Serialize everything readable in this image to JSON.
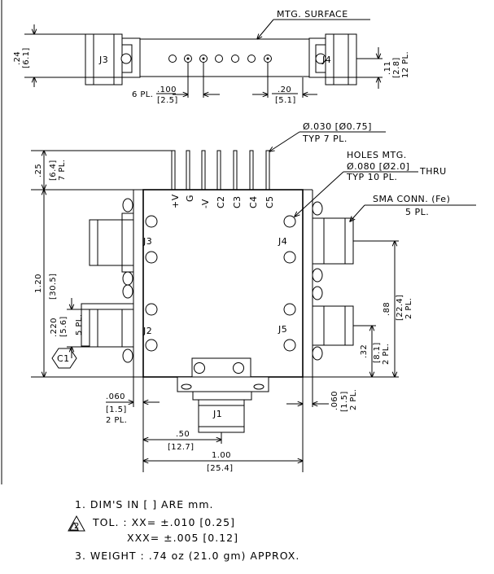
{
  "top_view": {
    "mtg_surface": "MTG. SURFACE",
    "j3": "J3",
    "j4": "J4",
    "height_in": ".24",
    "height_mm": "[6.1]",
    "pin_offset_in": ".11",
    "pin_offset_mm": "[2.8]",
    "pin_offset_pl": "12 PL.",
    "pitch_prefix": "6 PL.",
    "pitch_in": ".100",
    "pitch_mm": "[2.5]",
    "gap_in": ".20",
    "gap_mm": "[5.1]"
  },
  "main_view": {
    "pin_dia": "Ø.030 [Ø0.75]",
    "pin_typ": "TYP 7 PL.",
    "holes_title": "HOLES MTG.",
    "holes_dia": "Ø.080 [Ø2.0]",
    "holes_thru": "THRU",
    "holes_typ": "TYP 10 PL.",
    "sma_title": "SMA CONN. (Fe)",
    "sma_pl": "5 PL.",
    "pins": [
      "+V",
      "G",
      "-V",
      "C2",
      "C3",
      "C4",
      "C5"
    ],
    "ports": {
      "j1": "J1",
      "j2": "J2",
      "j3": "J3",
      "j4": "J4",
      "j5": "J5"
    },
    "c1": "C1",
    "pin_len_in": ".25",
    "pin_len_mm": "[6.4]",
    "pin_len_pl": "7 PL.",
    "height_in": "1.20",
    "height_mm": "[30.5]",
    "j2_offset_in": ".220",
    "j2_offset_mm": "[5.6]",
    "j2_offset_pl": "5 PL.",
    "right_big_in": ".88",
    "right_big_mm": "[22.4]",
    "right_big_pl": "2 PL.",
    "right_small_in": ".32",
    "right_small_mm": "[8.1]",
    "right_small_pl": "2 PL.",
    "left_flange_in": ".060",
    "left_flange_mm": "[1.5]",
    "left_flange_pl": "2 PL.",
    "right_flange_in": ".060",
    "right_flange_mm": "[1.5]",
    "right_flange_pl": "2 PL.",
    "half_width_in": ".50",
    "half_width_mm": "[12.7]",
    "width_in": "1.00",
    "width_mm": "[25.4]"
  },
  "notes": {
    "n1": "1. DIM'S IN [ ] ARE mm.",
    "n2_num": "2",
    "n2": "TOL. : XX= ±.010 [0.25]",
    "n2b": "XXX= ±.005 [0.12]",
    "n3": "3. WEIGHT : .74 oz (21.0 gm) APPROX."
  }
}
